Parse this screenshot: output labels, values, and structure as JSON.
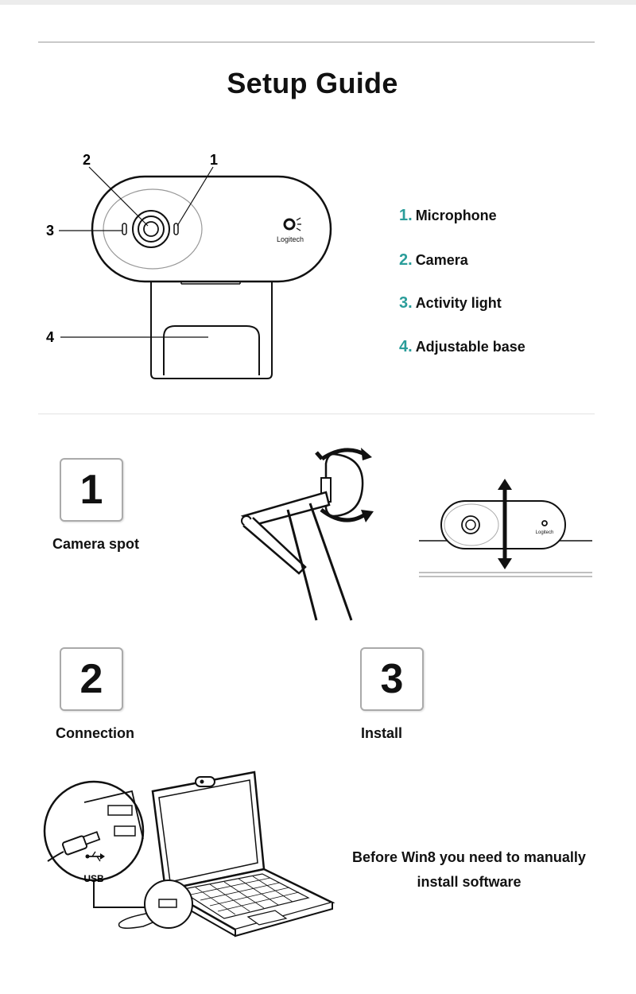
{
  "title": "Setup Guide",
  "callouts": [
    "1",
    "2",
    "3",
    "4"
  ],
  "brand": "Logitech",
  "legend": [
    {
      "num": "1.",
      "label": "Microphone"
    },
    {
      "num": "2.",
      "label": "Camera"
    },
    {
      "num": "3.",
      "label": "Activity light"
    },
    {
      "num": "4.",
      "label": "Adjustable base"
    }
  ],
  "steps": [
    {
      "number": "1",
      "label": "Camera spot"
    },
    {
      "number": "2",
      "label": "Connection"
    },
    {
      "number": "3",
      "label": "Install"
    }
  ],
  "usb_label": "USB",
  "install_note": {
    "line1": "Before Win8 you need to manually",
    "line2": "install software"
  },
  "colors": {
    "accent": "#2a9d9a",
    "text": "#111111",
    "rule": "#c9c9c9"
  }
}
